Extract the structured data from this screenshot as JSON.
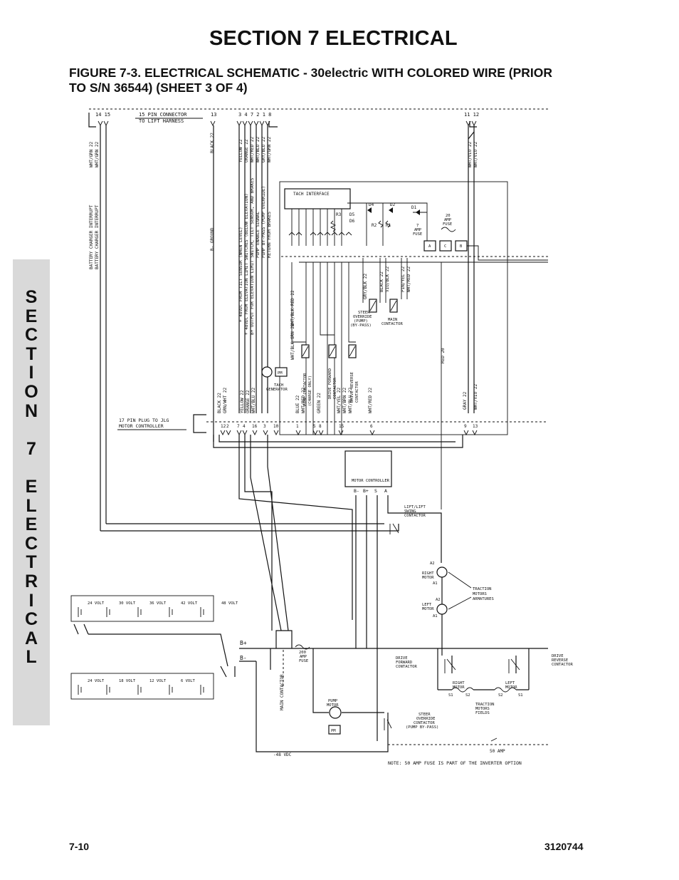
{
  "header": {
    "section_title": "SECTION 7  ELECTRICAL",
    "figure_title": "FIGURE 7-3.   ELECTRICAL SCHEMATIC - 30electric WITH COLORED WIRE (PRIOR TO S/N 36544) (SHEET 3 OF 4)"
  },
  "side_tab": {
    "letters": [
      "S",
      "E",
      "C",
      "T",
      "I",
      "O",
      "N",
      " ",
      "7",
      " ",
      "E",
      "L",
      "E",
      "C",
      "T",
      "R",
      "I",
      "C",
      "A",
      "L"
    ]
  },
  "footer": {
    "page_number": "7-10",
    "document_number": "3120744"
  },
  "schematic": {
    "top_connector": {
      "label_line1": "15 PIN CONNECTOR",
      "label_line2": "TO LIFT HARNESS",
      "pins_left": "14 15",
      "pin_13": "13",
      "pins_mid": "3 4 7 2 1 8",
      "pins_right": "11 12"
    },
    "top_wires": {
      "left": [
        "WHT/GRN 22",
        "WHT/GRN 22"
      ],
      "ground": "BLACK 22",
      "mid": [
        "YELLOW 22",
        "ORANGE 22",
        "WHT/RED 22",
        "WHT/BLU 22",
        "GRY/BLU 22",
        "WHT/GRN 22"
      ],
      "right": [
        "WHT/VIO 22",
        "WHT/VIO 22"
      ]
    },
    "descriptions": {
      "charger_interrupt": [
        "BATTERY CHARGER INTERRUPT",
        "BATTERY CHARGER INTERRUPT"
      ],
      "b_ground": "B- GROUND",
      "mid_functions": [
        "+ 48VDC FROM TILT SENSOR (WHEN LEVEL)",
        "+ 48VDC FROM ELEVATION LIMIT SWITCHES (BELOW ELEVATION)",
        "B+ OUTPUT FOR ELEVATION LIMIT SWITCH, TILT SENSOR, AND BRAKES",
        "PUMP ENABLE SIGNAL",
        "PUMP BY-PASS (PUMP OVERRIDE)",
        "RETURN FROM BRAKES"
      ]
    },
    "tach_interface": "TACH INTERFACE",
    "components": {
      "diodes": [
        "D4",
        "D2",
        "D1",
        "D5",
        "D6"
      ],
      "resistors": [
        "R3",
        "R2",
        "R1"
      ],
      "fuse_7amp": [
        "7",
        "AMP",
        "FUSE"
      ],
      "fuse_20amp": [
        "20",
        "AMP",
        "FUSE"
      ],
      "relay_terminals": [
        "A",
        "C",
        "B"
      ]
    },
    "right_wires": [
      "GRY/BLK 22",
      "BLACK 22",
      "VIO/BLK 22",
      "PIN/YEL 22",
      "WHT/RED 22"
    ],
    "steer_override_label": [
      "STEER",
      "OVERRIDE",
      "(PUMP)",
      "(BY-PASS)"
    ],
    "main_contactor_label": [
      "MAIN",
      "CONTACTOR"
    ],
    "mid_wires": [
      "WHT/BLK-RED 22",
      "WHT/BLK-GRN 22",
      "RED 20",
      "GRAY 22",
      "WHT/VIO 22"
    ],
    "tach_generator": [
      "TACH",
      "GENERATOR"
    ],
    "pm": "PM",
    "contactor_labels": {
      "pump": [
        "PUMP CONTACTOR",
        "(CHARGE ONLY)"
      ],
      "fwd": [
        "DRIVE FORWARD",
        "CONTACTOR"
      ],
      "rev": [
        "DRIVE REVERSE",
        "CONTACTOR"
      ]
    },
    "bottom_wires": [
      "BLACK 22",
      "GRN/WHT 22",
      "YELLOW 22",
      "ORANGE 22",
      "WHT/BLU 22",
      "BLUE 22",
      "WHT/RED 22",
      "GREEN 22",
      "WHT/YEL 22",
      "WHT/BRN 22",
      "WHT/BLU 22",
      "WHT/RED 22"
    ],
    "plug17": {
      "label_line1": "17 PIN PLUG TO JLG",
      "label_line2": "MOTOR CONTROLLER",
      "pins": [
        "12",
        "2",
        "7",
        "4",
        "16",
        "3",
        "10",
        "1",
        "5",
        "8",
        "15",
        "6",
        "9",
        "13"
      ]
    },
    "motor_controller": {
      "label": "MOTOR CONTROLLER",
      "terminals": [
        "B-",
        "B+",
        "S",
        "A"
      ]
    },
    "lift_swing": [
      "LIFT/LIFT",
      "SWING",
      "CONTACTOR"
    ],
    "motors": {
      "right": [
        "RIGHT",
        "MOTOR"
      ],
      "left": [
        "LEFT",
        "MOTOR"
      ],
      "armatures": [
        "TRACTION",
        "MOTORS",
        "ARMATURES"
      ],
      "a_labels": [
        "A2",
        "A1",
        "A2",
        "A1"
      ]
    },
    "batteries": {
      "top": [
        "24 VOLT",
        "30 VOLT",
        "36 VOLT",
        "42 VOLT",
        "48 VOLT"
      ],
      "bottom": [
        "24 VOLT",
        "18 VOLT",
        "12 VOLT",
        "6 VOLT"
      ]
    },
    "bus": {
      "bplus": "B+",
      "bminus": "B-",
      "fuse200": [
        "200",
        "AMP",
        "FUSE"
      ],
      "main_contactor_vertical": "MAIN CONTACTOR",
      "neg48": "-48 VDC"
    },
    "drive_contactors": {
      "fwd": [
        "DRIVE",
        "FORWARD",
        "CONTACTOR"
      ],
      "rev": [
        "DRIVE",
        "REVERSE",
        "CONTACTOR"
      ],
      "right_motor": [
        "RIGHT",
        "MOTOR"
      ],
      "left_motor": [
        "LEFT",
        "MOTOR"
      ],
      "s_labels": [
        "S1",
        "S2",
        "S2",
        "S1"
      ],
      "fields": [
        "TRACTION",
        "MOTORS",
        "FIELDS"
      ]
    },
    "pump_motor": [
      "PUMP",
      "MOTOR"
    ],
    "steer_override_bottom": [
      "STEER",
      "OVERRIDE",
      "CONTACTOR",
      "(PUMP BY-PASS)"
    ],
    "fuse50": "50 AMP",
    "note": "NOTE: 50 AMP FUSE IS PART OF THE INVERTER OPTION"
  }
}
